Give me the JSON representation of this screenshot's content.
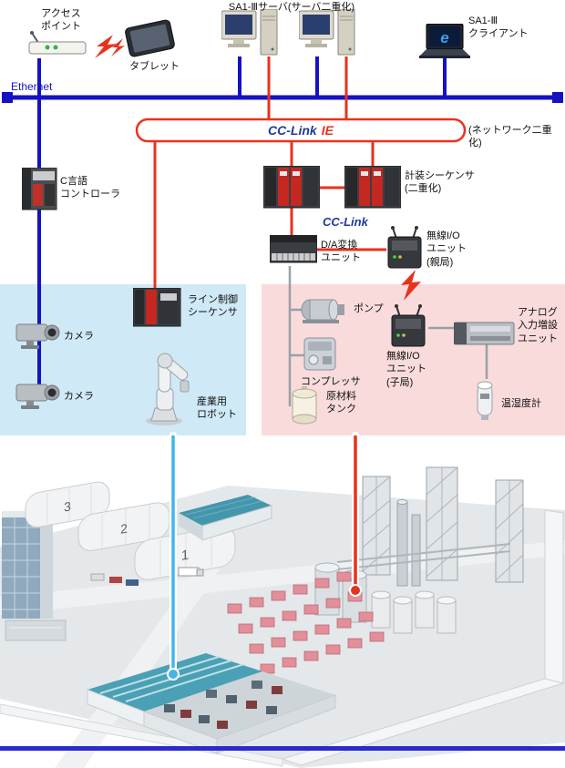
{
  "colors": {
    "wire_blue": "#1512c4",
    "wire_red": "#e8321c",
    "wire_gray": "#9aa0a6",
    "zone_blue": "#cfe9f6",
    "zone_pink": "#f9dbdc",
    "cclink_blue": "#1f3a9e",
    "callout_blue": "#45b5e8"
  },
  "top": {
    "ethernet": "Ethernet",
    "access_point": "アクセス\nポイント",
    "tablet": "タブレット",
    "server_title": "SA1-Ⅲサーバ(サーバ二重化)",
    "client": "SA1-Ⅲ\nクライアント"
  },
  "network": {
    "cclink_ie_blue": "CC-Link",
    "cclink_ie_red": "IE",
    "network_dup": "(ネットワーク二重化)",
    "cclink_small": "CC-Link"
  },
  "labels": {
    "c_controller": "C言語\nコントローラ",
    "instrumentation_plc": "計装シーケンサ\n(二重化)",
    "da_unit": "D/A変換\nユニット",
    "wireless_master": "無線I/O\nユニット\n(親局)",
    "camera1": "カメラ",
    "camera2": "カメラ",
    "line_plc": "ライン制御\nシーケンサ",
    "robot": "産業用\nロボット",
    "pump": "ポンプ",
    "compressor": "コンプレッサ",
    "tank": "原材料\nタンク",
    "wireless_slave": "無線I/O\nユニット\n(子局)",
    "analog_unit": "アナログ\n入力増設\nユニット",
    "thermo": "温湿度計"
  },
  "factory": {
    "warehouse_numbers": [
      "3",
      "2",
      "1"
    ]
  }
}
